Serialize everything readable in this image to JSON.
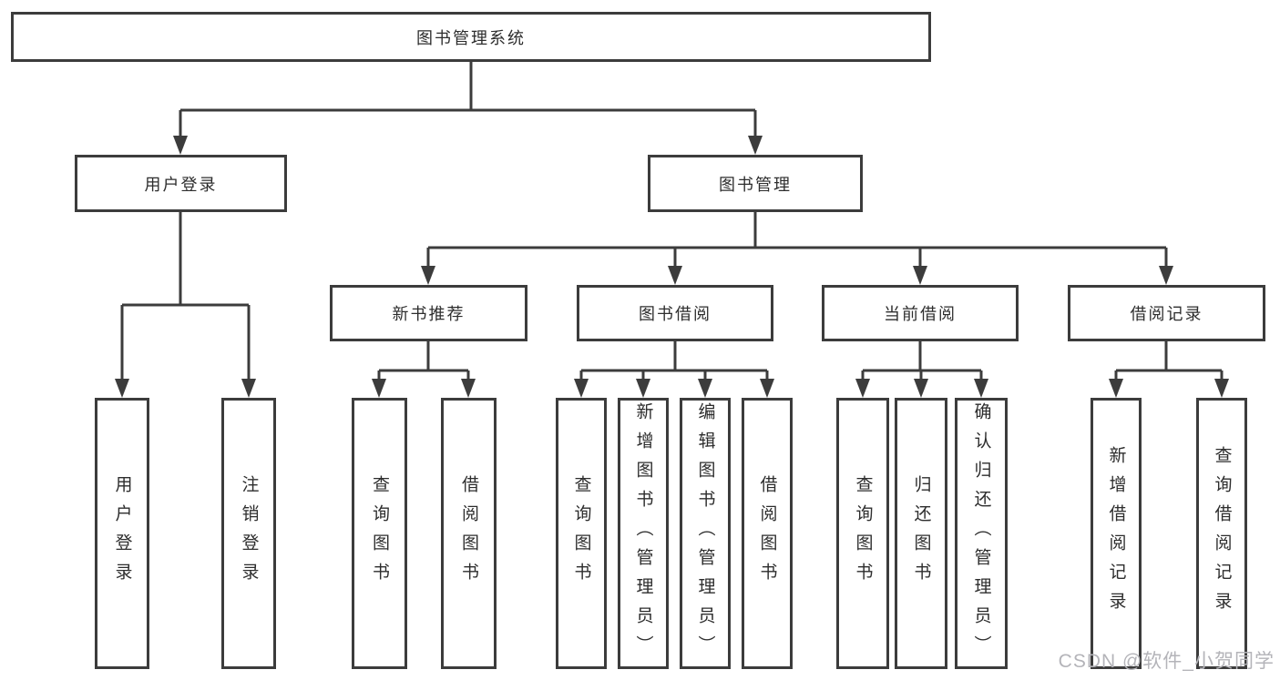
{
  "diagram": {
    "root": {
      "label": "图书管理系统"
    },
    "level2": [
      {
        "label": "用户登录"
      },
      {
        "label": "图书管理"
      }
    ],
    "level3": [
      {
        "label": "新书推荐"
      },
      {
        "label": "图书借阅"
      },
      {
        "label": "当前借阅"
      },
      {
        "label": "借阅记录"
      }
    ],
    "leaves": {
      "user_login": [
        {
          "label": "用户登录"
        },
        {
          "label": "注销登录"
        }
      ],
      "new_books": [
        {
          "label": "查询图书"
        },
        {
          "label": "借阅图书"
        }
      ],
      "book_borrow": [
        {
          "label": "查询图书"
        },
        {
          "label": "新增图书（管理员）"
        },
        {
          "label": "编辑图书（管理员）"
        },
        {
          "label": "借阅图书"
        }
      ],
      "current_borrow": [
        {
          "label": "查询图书"
        },
        {
          "label": "归还图书"
        },
        {
          "label": "确认归还（管理员）"
        }
      ],
      "borrow_records": [
        {
          "label": "新增借阅记录"
        },
        {
          "label": "查询借阅记录"
        }
      ]
    }
  },
  "watermark": {
    "text": "CSDN @软件_小贺同学"
  },
  "colors": {
    "line": "#3c3c3c",
    "text": "#2d2d2d",
    "watermark": "#b4b4b9",
    "background": "#ffffff"
  }
}
